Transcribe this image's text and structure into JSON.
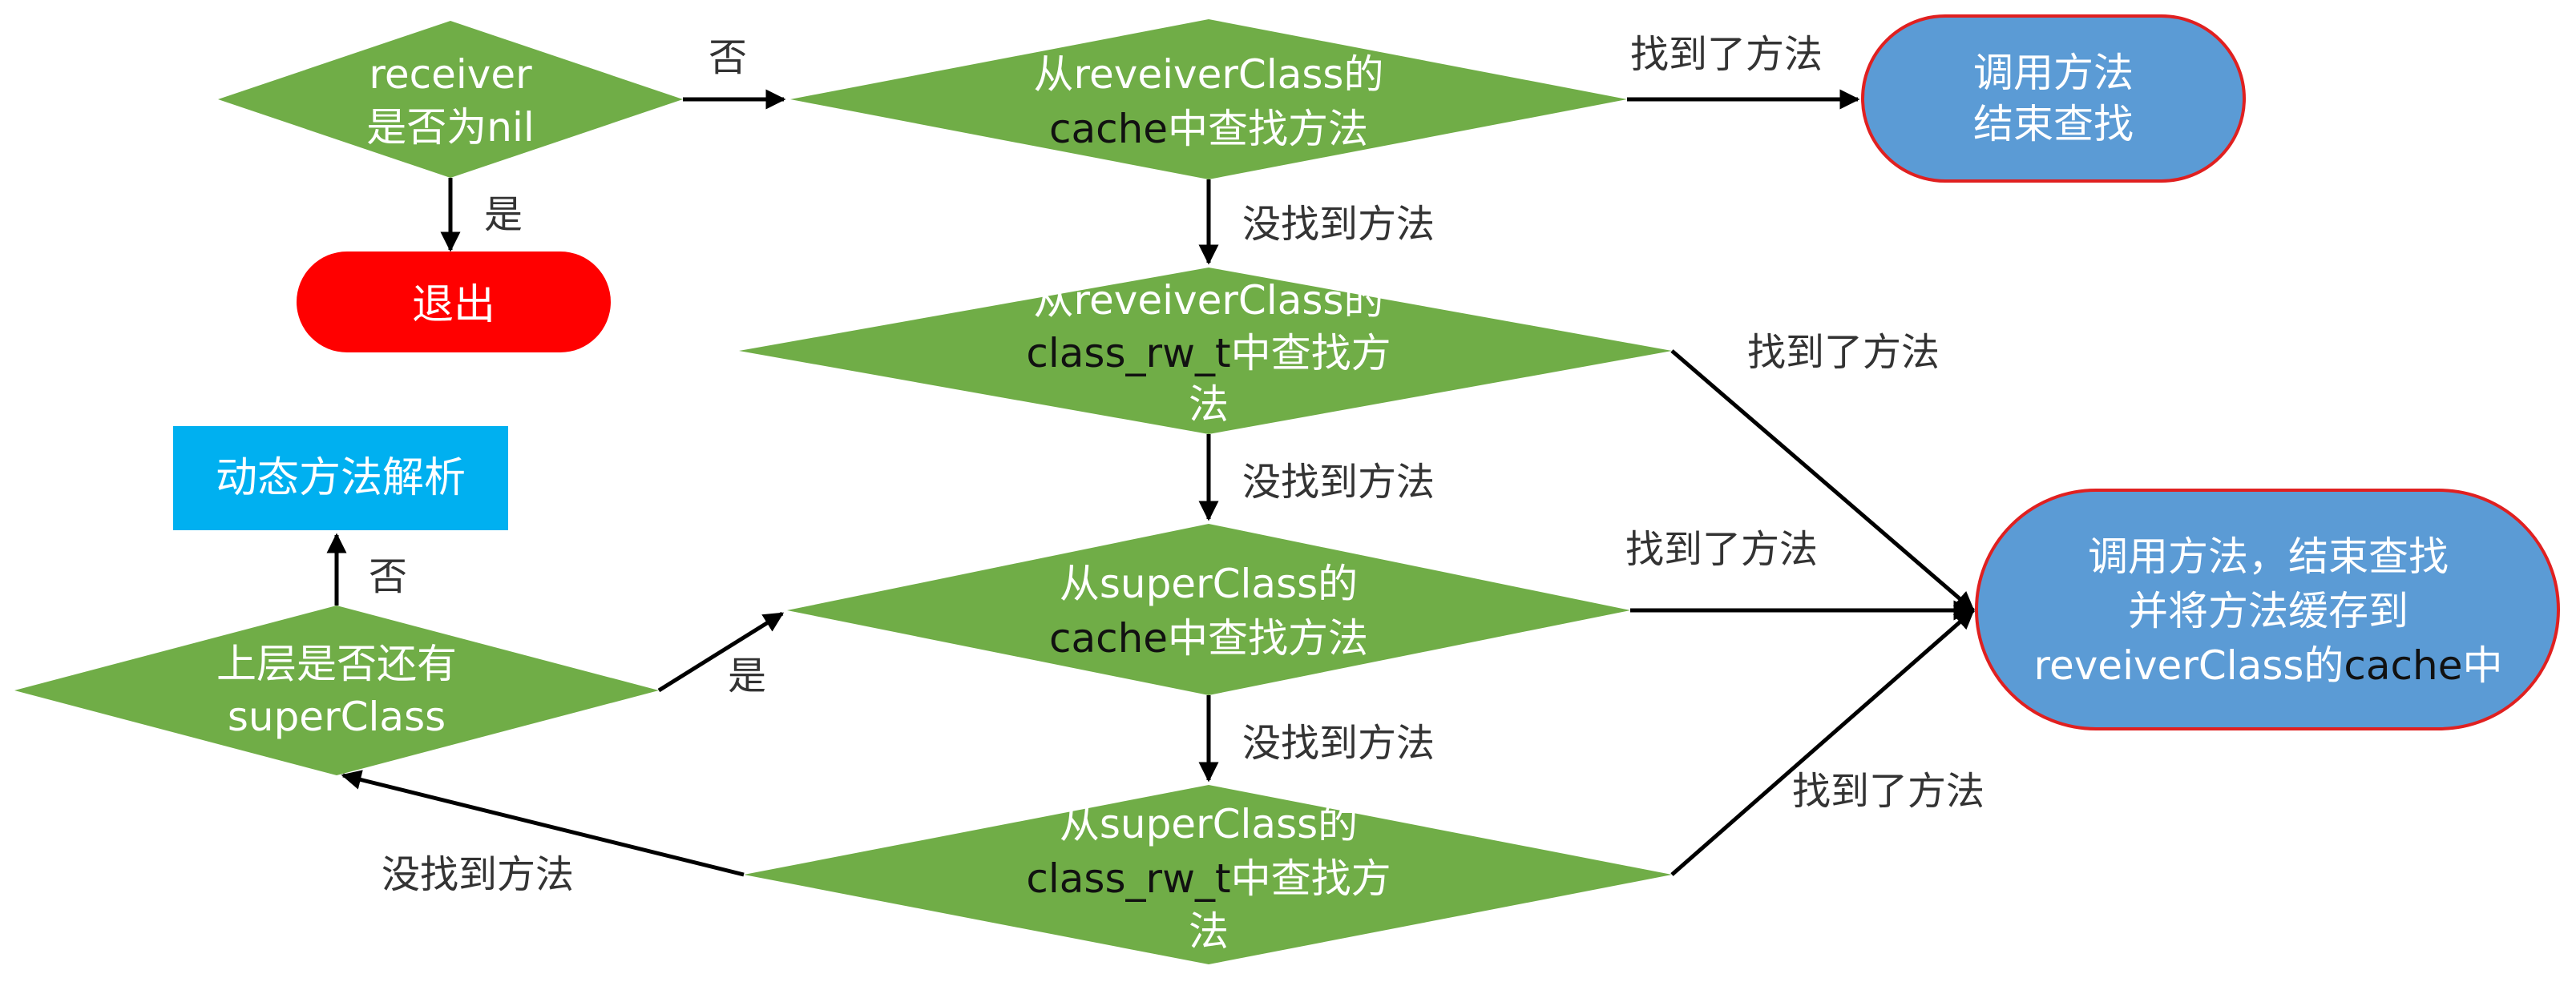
{
  "colors": {
    "diamond": "#70AD47",
    "blue_box": "#5B9BD5",
    "blue_box_border": "#E02020",
    "exit": "#FF0000",
    "dynamic": "#00B0F0",
    "arrow": "#000000",
    "label": "#333333"
  },
  "nodes": {
    "receiver_check": {
      "line1": "receiver",
      "line2": "是否为nil"
    },
    "exit": {
      "label": "退出"
    },
    "cache_lookup": {
      "line1": "从reveiverClass的",
      "line2_a": "cache",
      "line2_b": "中查找方法"
    },
    "call_end": {
      "line1": "调用方法",
      "line2": "结束查找"
    },
    "rw_lookup": {
      "line1": "从reveiverClass的",
      "line2_a": "class_rw_t",
      "line2_b": "中查找方",
      "line3": "法"
    },
    "dynamic_resolve": {
      "label": "动态方法解析"
    },
    "super_cache": {
      "line1": "从superClass的",
      "line2_a": "cache",
      "line2_b": "中查找方法"
    },
    "super_check": {
      "line1": "上层是否还有",
      "line2": "superClass"
    },
    "super_rw": {
      "line1": "从superClass的",
      "line2_a": "class_rw_t",
      "line2_b": "中查找方",
      "line3": "法"
    },
    "call_cache": {
      "line1": "调用方法，结束查找",
      "line2": "并将方法缓存到",
      "line3_a": "reveiverClass的",
      "line3_b": "cache",
      "line3_c": "中"
    }
  },
  "edge_labels": {
    "no_nil": "否",
    "yes_nil": "是",
    "found_1": "找到了方法",
    "notfound_1": "没找到方法",
    "found_2": "找到了方法",
    "notfound_2": "没找到方法",
    "found_3": "找到了方法",
    "notfound_3": "没找到方法",
    "found_4": "找到了方法",
    "notfound_4": "没找到方法",
    "yes_super": "是",
    "no_super": "否"
  }
}
